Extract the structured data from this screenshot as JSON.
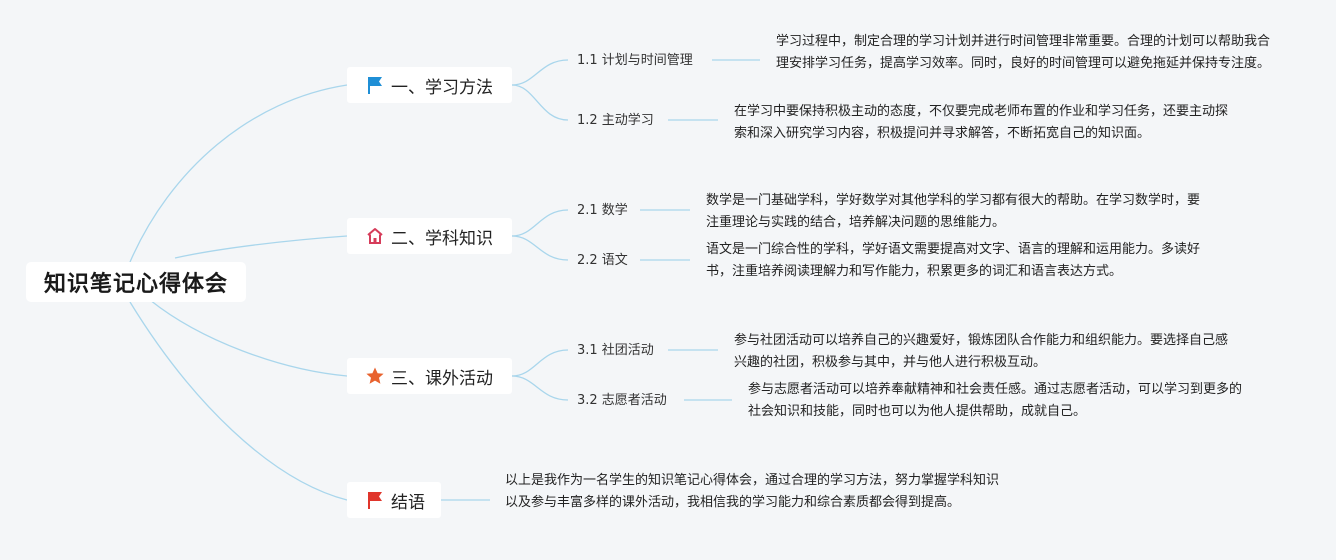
{
  "root": {
    "title": "知识笔记心得体会"
  },
  "branches": [
    {
      "title": "一、学习方法",
      "icon": "blue-flag-icon",
      "icon_color": "#1f8fd6",
      "children": [
        {
          "label": "1.1 计划与时间管理",
          "text": "学习过程中，制定合理的学习计划并进行时间管理非常重要。合理的计划可以帮助我合理安排学习任务，提高学习效率。同时，良好的时间管理可以避免拖延并保持专注度。"
        },
        {
          "label": "1.2 主动学习",
          "text": "在学习中要保持积极主动的态度，不仅要完成老师布置的作业和学习任务，还要主动探索和深入研究学习内容，积极提问并寻求解答，不断拓宽自己的知识面。"
        }
      ]
    },
    {
      "title": "二、学科知识",
      "icon": "home-icon",
      "icon_color": "#d63c5a",
      "children": [
        {
          "label": "2.1 数学",
          "text": "数学是一门基础学科，学好数学对其他学科的学习都有很大的帮助。在学习数学时，要注重理论与实践的结合，培养解决问题的思维能力。"
        },
        {
          "label": "2.2 语文",
          "text": "语文是一门综合性的学科，学好语文需要提高对文字、语言的理解和运用能力。多读好书，注重培养阅读理解力和写作能力，积累更多的词汇和语言表达方式。"
        }
      ]
    },
    {
      "title": "三、课外活动",
      "icon": "star-icon",
      "icon_color": "#e8622e",
      "children": [
        {
          "label": "3.1 社团活动",
          "text": "参与社团活动可以培养自己的兴趣爱好，锻炼团队合作能力和组织能力。要选择自己感兴趣的社团，积极参与其中，并与他人进行积极互动。"
        },
        {
          "label": "3.2 志愿者活动",
          "text": "参与志愿者活动可以培养奉献精神和社会责任感。通过志愿者活动，可以学习到更多的社会知识和技能，同时也可以为他人提供帮助，成就自己。"
        }
      ]
    },
    {
      "title": "结语",
      "icon": "red-flag-icon",
      "icon_color": "#e0352b",
      "text": "以上是我作为一名学生的知识笔记心得体会，通过合理的学习方法，努力掌握学科知识以及参与丰富多样的课外活动，我相信我的学习能力和综合素质都会得到提高。"
    }
  ],
  "colors": {
    "connector": "#a9d6ec",
    "background": "#f4f6f8"
  }
}
